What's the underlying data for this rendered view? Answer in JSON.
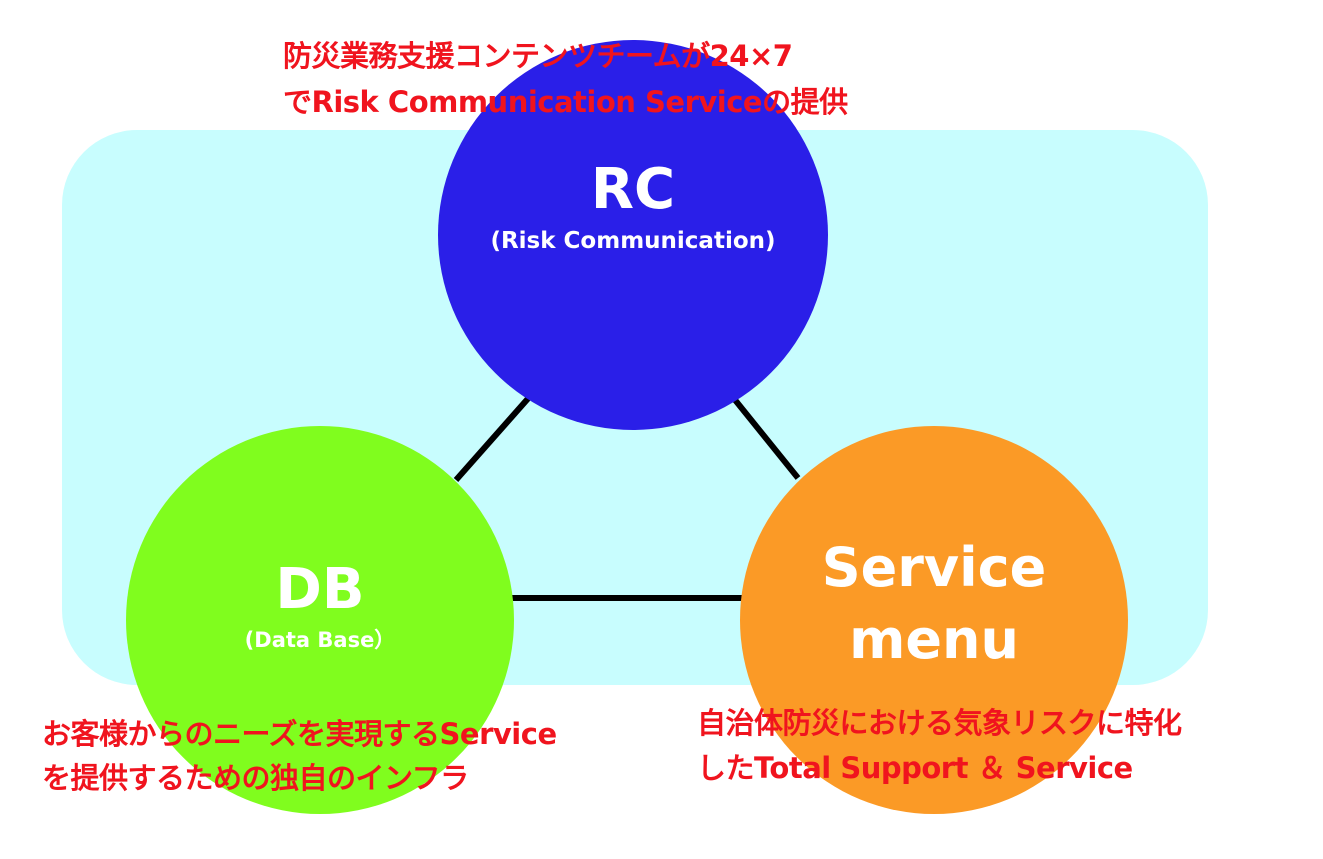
{
  "diagram": {
    "background_color": "#c8fdfe",
    "line_color": "#000000",
    "nodes": {
      "rc": {
        "title": "RC",
        "subtitle": "(Risk Communication)",
        "color": "#2a1fe8"
      },
      "db": {
        "title": "DB",
        "subtitle": "(Data Base）",
        "color": "#80fd1e"
      },
      "service": {
        "title_line1": "Service",
        "title_line2": "menu",
        "color": "#fb9a26"
      }
    },
    "annotations": {
      "rc_line1": "防災業務支援コンテンツチームが24×7",
      "rc_line2": "でRisk Communication Serviceの提供",
      "db_line1": "お客様からのニーズを実現するService",
      "db_line2": "を提供するための独自のインフラ",
      "service_line1": "自治体防災における気象リスクに特化",
      "service_line2": "したTotal Support ＆ Service",
      "annotation_color": "#f0141e"
    }
  }
}
